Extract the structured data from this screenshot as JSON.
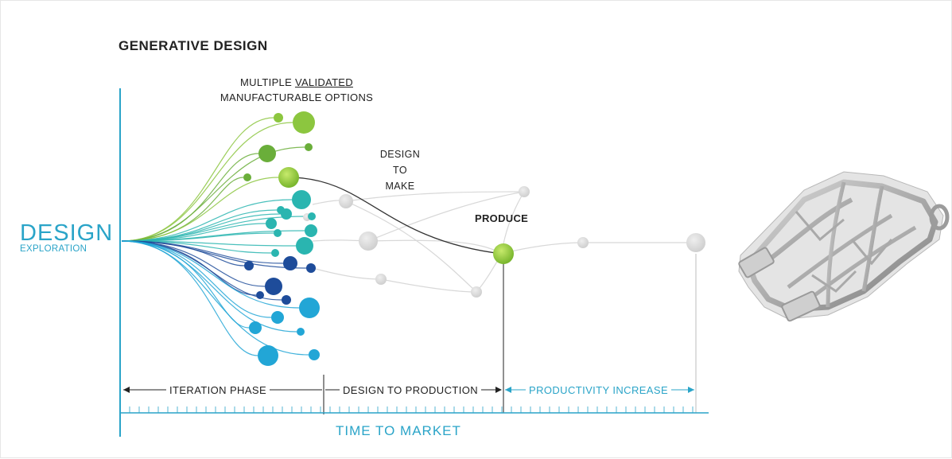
{
  "title": "GENERATIVE DESIGN",
  "options_label": {
    "line1_prefix": "MULTIPLE ",
    "line1_emphasis": "VALIDATED",
    "line2": "MANUFACTURABLE OPTIONS"
  },
  "design_to_make": [
    "DESIGN",
    "TO",
    "MAKE"
  ],
  "produce_label": "PRODUCE",
  "axis_left": {
    "big": "DESIGN",
    "small": "EXPLORATION"
  },
  "phases": {
    "iteration": "ITERATION PHASE",
    "design_to_production": "DESIGN TO PRODUCTION",
    "productivity": "PRODUCTIVITY INCREASE"
  },
  "axis_bottom": "TIME TO MARKET",
  "colors": {
    "lime": "#8cc63f",
    "green": "#6aae3a",
    "teal": "#2ab5b0",
    "cyan": "#22a6d6",
    "navy": "#1e4c9a",
    "gray": "#d6d6d6",
    "accent": "#2aa4c8"
  },
  "icons": [
    "generative-part-render"
  ]
}
